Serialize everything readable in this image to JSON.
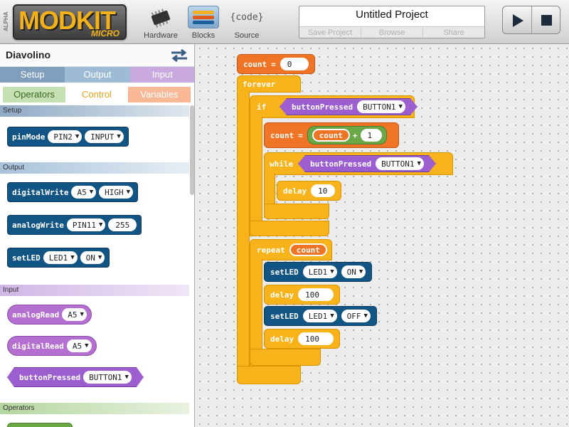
{
  "header": {
    "alpha": "ALPHA",
    "logo_main": "MODKIT",
    "logo_sub": "MICRO",
    "hardware_label": "Hardware",
    "blocks_label": "Blocks",
    "source_label": "Source",
    "source_icon_text": "{code}",
    "project_title": "Untitled Project",
    "actions": [
      "Save Project",
      "Browse",
      "Share"
    ]
  },
  "sidebar": {
    "board": "Diavolino",
    "categories": [
      {
        "label": "Setup",
        "color": "#7f9fbc"
      },
      {
        "label": "Output",
        "color": "#9ebbd5"
      },
      {
        "label": "Input",
        "color": "#c9a9e0"
      }
    ],
    "subtabs": [
      {
        "label": "Operators",
        "bg": "#c5e0b3",
        "fg": "#3a6a1c"
      },
      {
        "label": "Control",
        "bg": "#ffffff",
        "fg": "#e8a018"
      },
      {
        "label": "Variables",
        "bg": "#f8b896",
        "fg": "#ffffff"
      }
    ],
    "sections": {
      "setup": "Setup",
      "output": "Output",
      "input": "Input",
      "operators": "Operators"
    },
    "blocks": {
      "pinMode": {
        "name": "pinMode",
        "pin": "PIN2",
        "mode": "INPUT"
      },
      "digitalWrite": {
        "name": "digitalWrite",
        "pin": "A5",
        "value": "HIGH"
      },
      "analogWrite": {
        "name": "analogWrite",
        "pin": "PIN11",
        "value": "255"
      },
      "setLED": {
        "name": "setLED",
        "led": "LED1",
        "state": "ON"
      },
      "analogRead": {
        "name": "analogRead",
        "pin": "A5"
      },
      "digitalRead": {
        "name": "digitalRead",
        "pin": "A5"
      },
      "buttonPressed": {
        "name": "buttonPressed",
        "button": "BUTTON1"
      }
    }
  },
  "program": {
    "set_var": "count",
    "set_eq": "=",
    "set_value": "0",
    "forever": "forever",
    "if": "if",
    "cond_name": "buttonPressed",
    "cond_button": "BUTTON1",
    "inc_var": "count",
    "inc_var2": "count",
    "plus": "+",
    "inc_amount": "1",
    "while": "while",
    "while_cond": "buttonPressed",
    "while_button": "BUTTON1",
    "delay": "delay",
    "delay_value": "10",
    "repeat": "repeat",
    "repeat_var": "count",
    "setLED": "setLED",
    "led": "LED1",
    "on": "ON",
    "off": "OFF",
    "delay1": "100",
    "delay2": "100"
  }
}
